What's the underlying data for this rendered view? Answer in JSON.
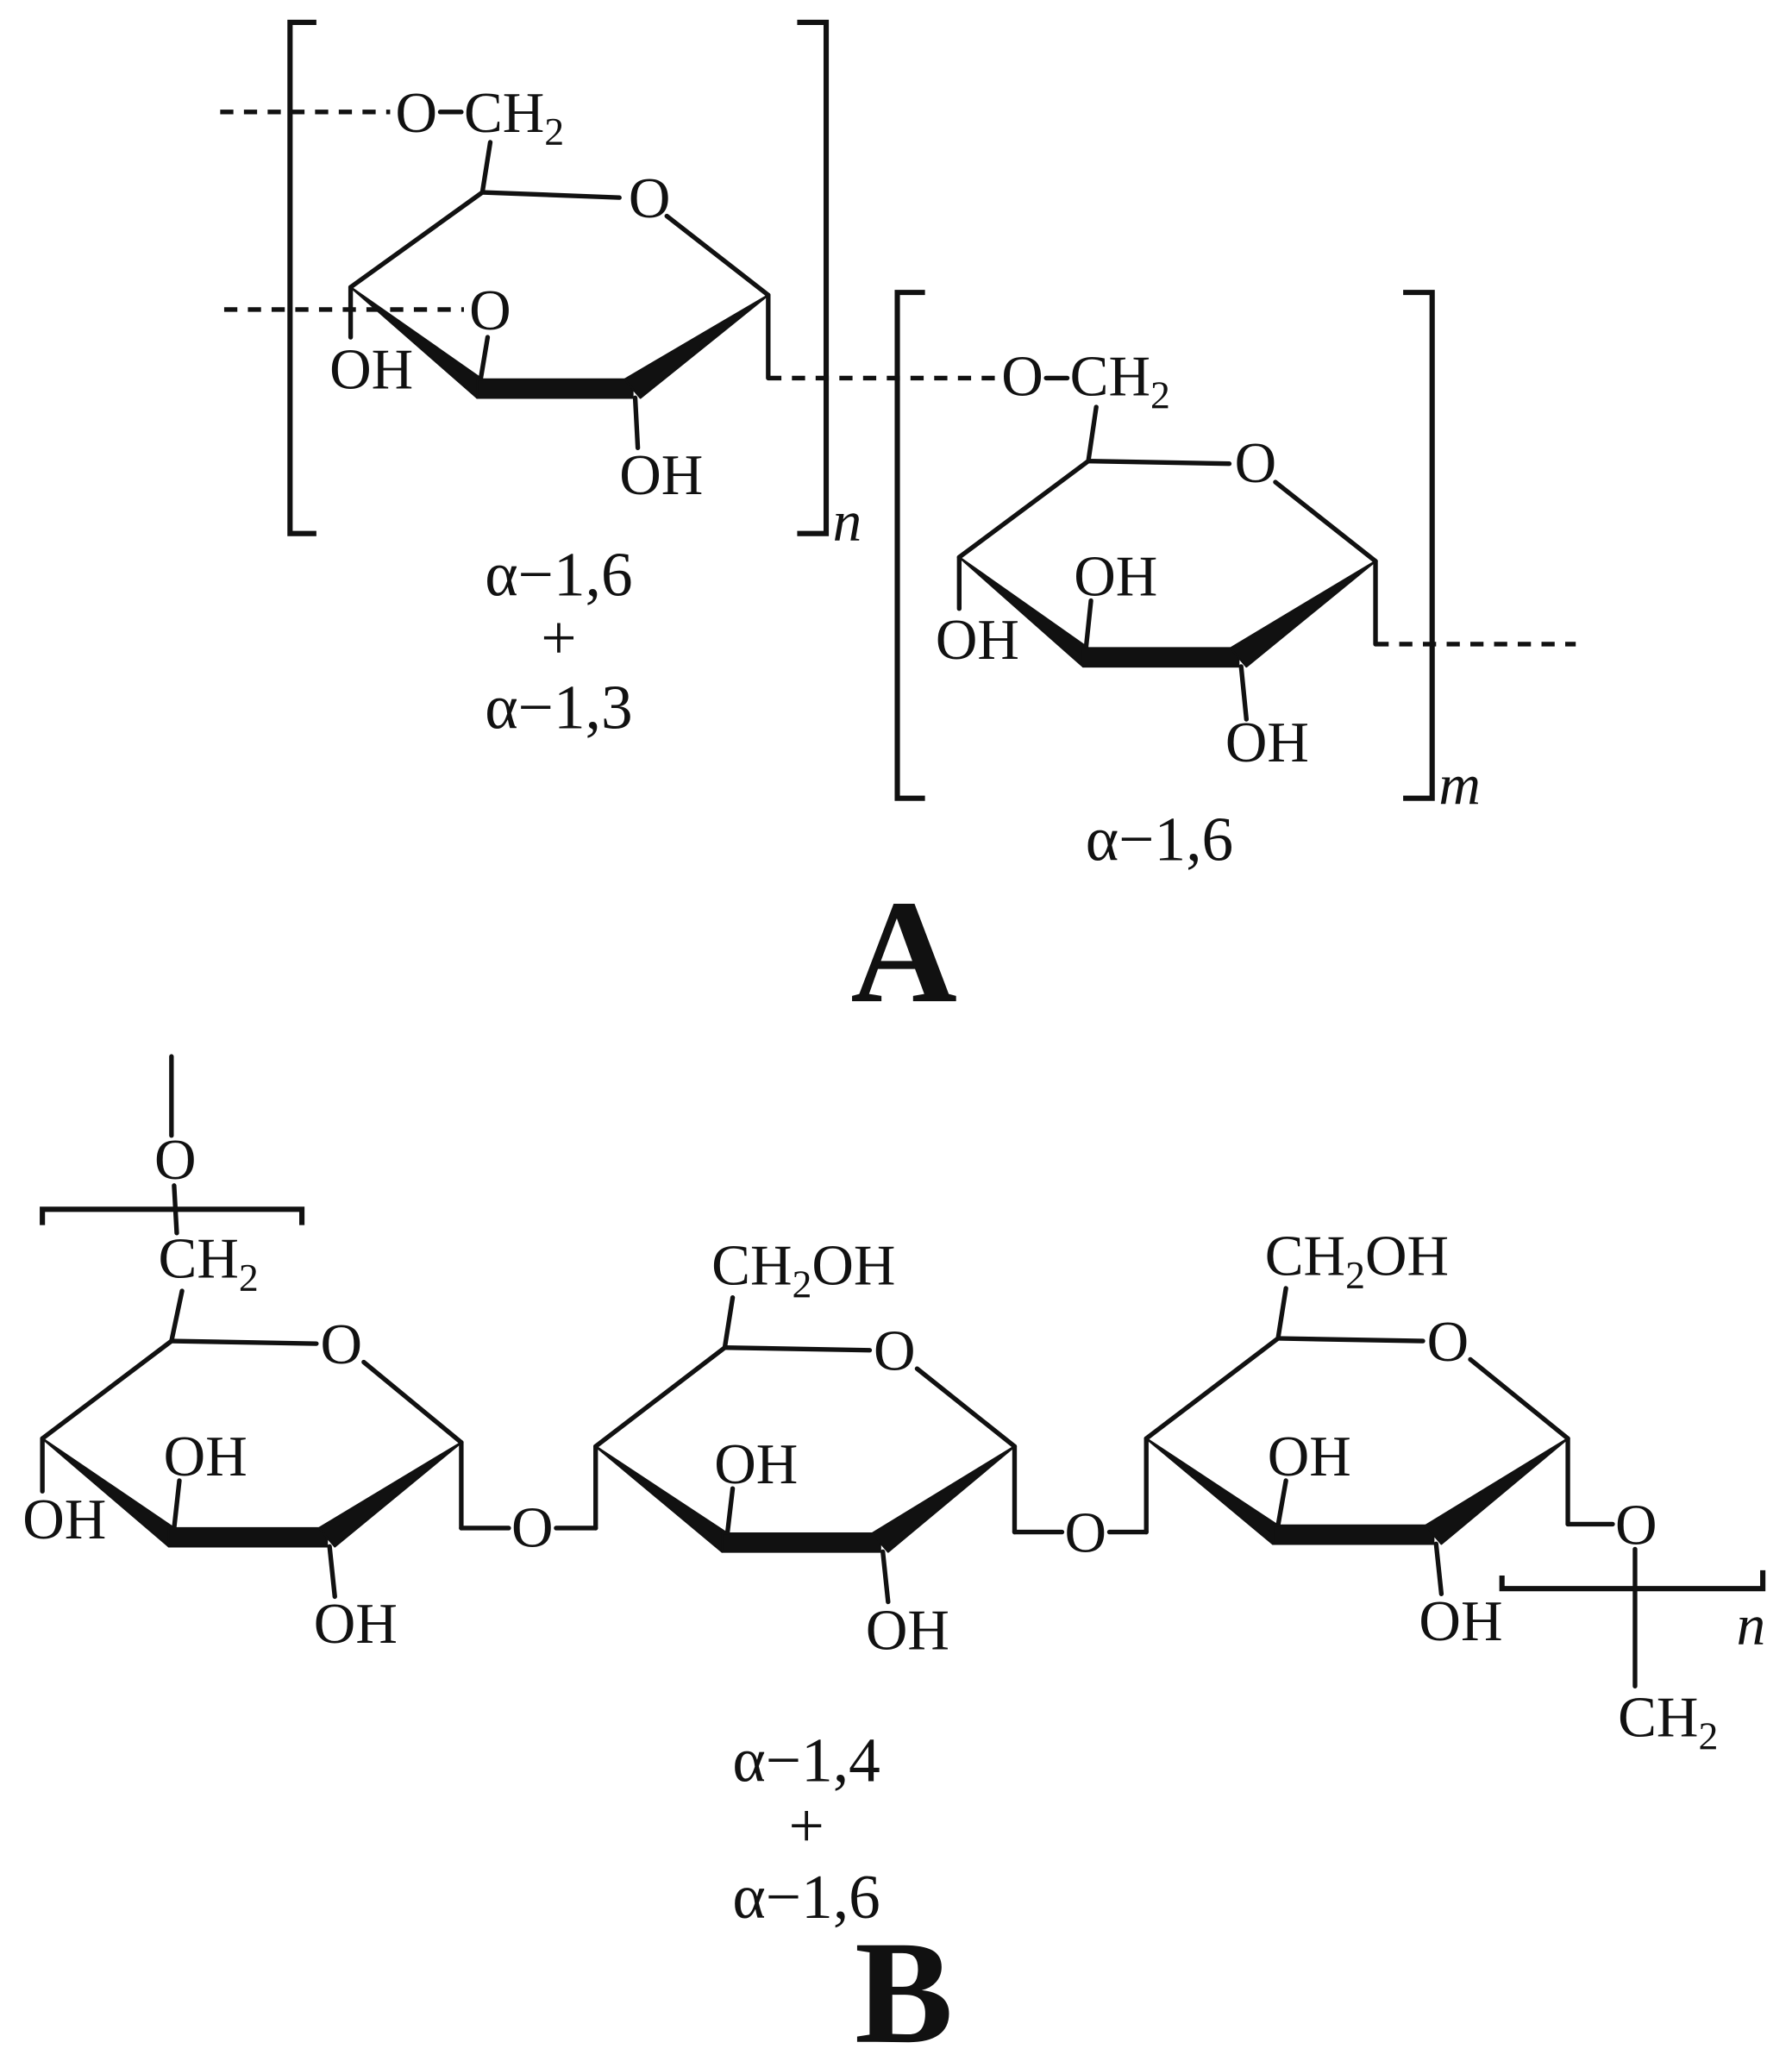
{
  "structure_a": {
    "unit_1": {
      "ring_o": "O",
      "bridge_o_top": "O",
      "ch2": "CH",
      "ch2_sub": "2",
      "bridge_o_mid": "O",
      "oh_left": "OH",
      "oh_bottom": "OH",
      "repeat_index": "n",
      "linkage_1": "α−1,6",
      "plus": "+",
      "linkage_2": "α−1,3"
    },
    "unit_2": {
      "ring_o": "O",
      "bridge_o": "O",
      "ch2": "CH",
      "ch2_sub": "2",
      "oh_left": "OH",
      "oh_top": "OH",
      "oh_bottom": "OH",
      "repeat_index": "m",
      "linkage": "α−1,6"
    },
    "panel_label": "A"
  },
  "structure_b": {
    "top_o": "O",
    "left_ch2": "CH",
    "left_ch2_sub": "2",
    "ring_1": {
      "ring_o": "O",
      "oh_left": "OH",
      "oh_top": "OH",
      "oh_bottom": "OH"
    },
    "link_o_1": "O",
    "ring_2": {
      "ring_o": "O",
      "ch2oh_a": "CH",
      "ch2oh_sub": "2",
      "ch2oh_b": "OH",
      "oh_top": "OH",
      "oh_bottom": "OH"
    },
    "link_o_2": "O",
    "ring_3": {
      "ring_o": "O",
      "ch2oh_a": "CH",
      "ch2oh_sub": "2",
      "ch2oh_b": "OH",
      "oh_top": "OH",
      "oh_bottom": "OH"
    },
    "end_o": "O",
    "end_ch2": "CH",
    "end_ch2_sub": "2",
    "repeat_index": "n",
    "linkage_1": "α−1,4",
    "plus": "+",
    "linkage_2": "α−1,6",
    "panel_label": "B"
  }
}
